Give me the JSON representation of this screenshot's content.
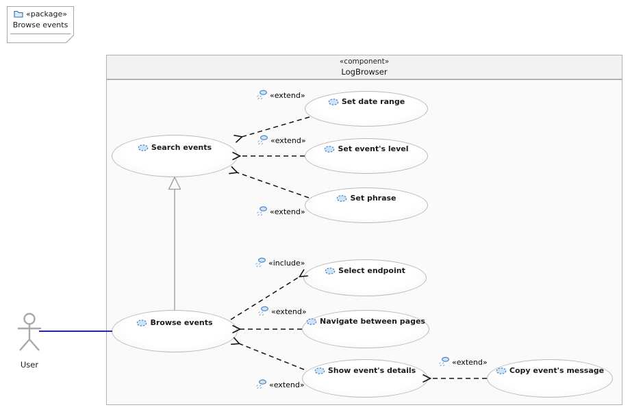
{
  "package_note": {
    "stereotype": "«package»",
    "name": "Browse events"
  },
  "component_frame": {
    "stereotype": "«component»",
    "name": "LogBrowser"
  },
  "actor": {
    "label": "User"
  },
  "use_cases": [
    {
      "label": "Search events"
    },
    {
      "label": "Set date range"
    },
    {
      "label": "Set event's level"
    },
    {
      "label": "Set phrase"
    },
    {
      "label": "Select endpoint"
    },
    {
      "label": "Navigate between pages"
    },
    {
      "label": "Show event's details"
    },
    {
      "label": "Copy event's message"
    },
    {
      "label": "Browse events"
    }
  ],
  "relationships": [
    {
      "type": "extend",
      "label": "«extend»",
      "from": "Set date range",
      "to": "Search events"
    },
    {
      "type": "extend",
      "label": "«extend»",
      "from": "Set event's level",
      "to": "Search events"
    },
    {
      "type": "extend",
      "label": "«extend»",
      "from": "Set phrase",
      "to": "Search events"
    },
    {
      "type": "include",
      "label": "«include»",
      "from": "Browse events",
      "to": "Select endpoint"
    },
    {
      "type": "extend",
      "label": "«extend»",
      "from": "Navigate between pages",
      "to": "Browse events"
    },
    {
      "type": "extend",
      "label": "«extend»",
      "from": "Show event's details",
      "to": "Browse events"
    },
    {
      "type": "extend",
      "label": "«extend»",
      "from": "Copy event's message",
      "to": "Show event's details"
    },
    {
      "type": "generalization",
      "from": "Browse events",
      "to": "Search events"
    },
    {
      "type": "association",
      "from": "User",
      "to": "Browse events"
    }
  ],
  "colors": {
    "association_blue": "#0000d0",
    "icon_blue_stroke": "#3f7cbf",
    "icon_blue_fill": "#cfe3f6",
    "frame_border": "#b0b0b0",
    "node_border": "#b9b9b9"
  }
}
